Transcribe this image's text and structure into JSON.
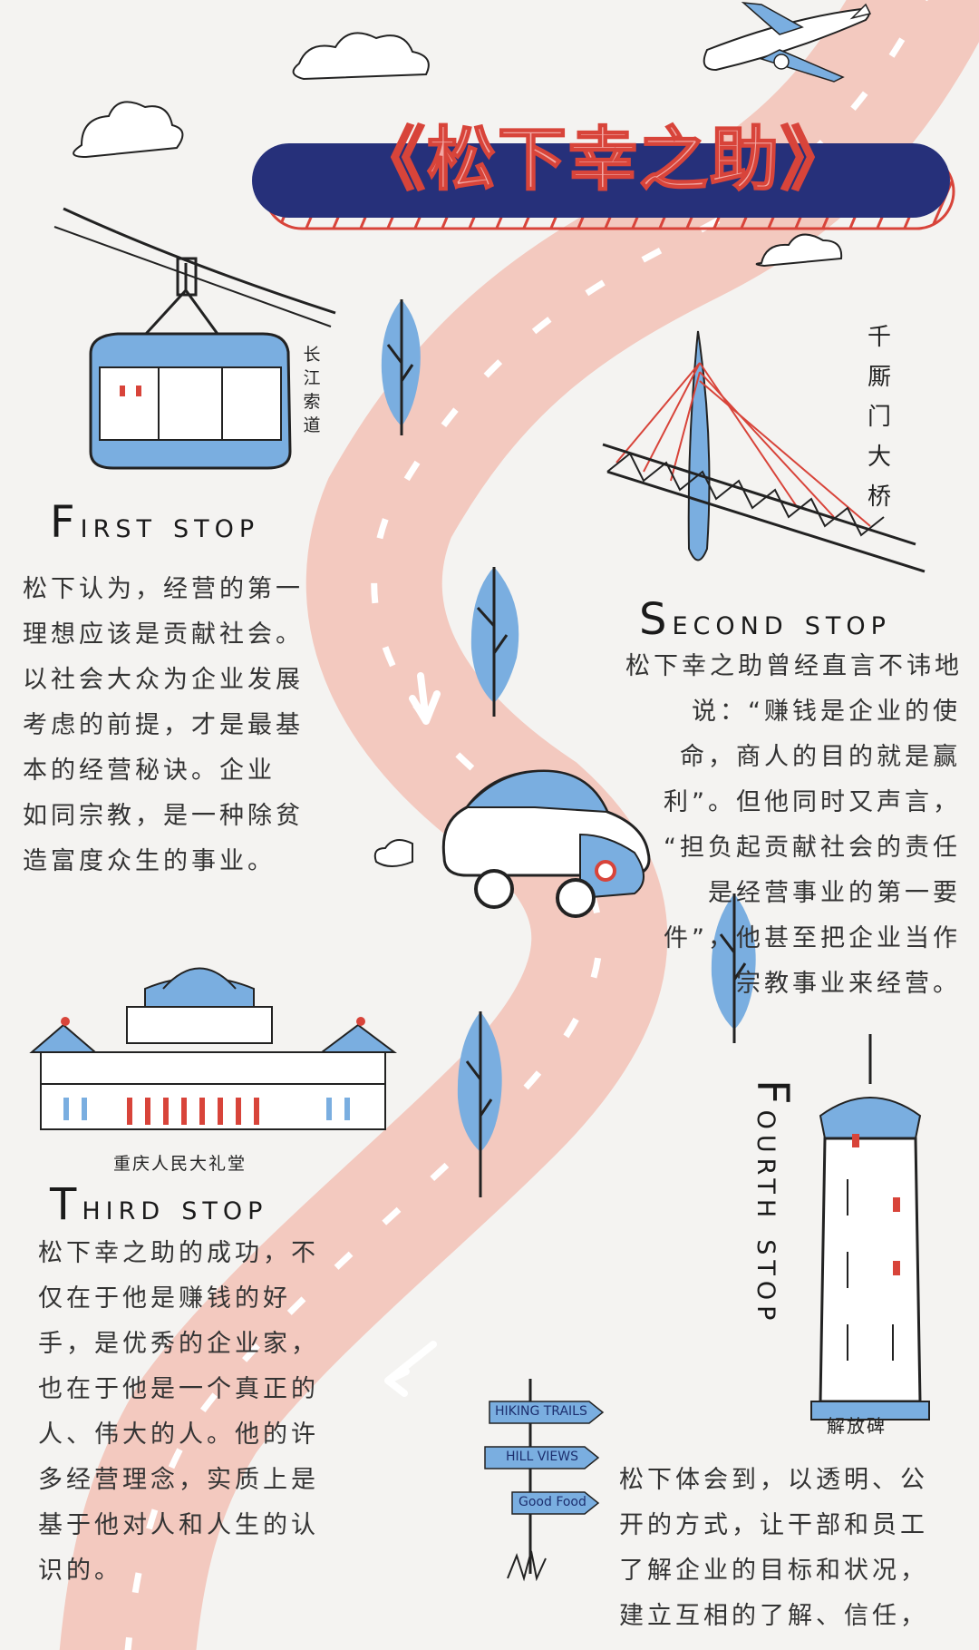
{
  "title": "《松下幸之助》",
  "first_stop": {
    "heading_cap": "F",
    "heading_rest": "irst stop",
    "lines": [
      "松下认为，经营的第一",
      "理想应该是贡献社会。",
      "以社会大众为企业发展",
      "考虑的前提，才是最基",
      "本的经营秘诀。企业",
      "如同宗教，是一种除贫",
      "造富度众生的事业。"
    ],
    "landmark": "长江索道"
  },
  "second_stop": {
    "heading_cap": "S",
    "heading_rest": "econd stop",
    "lines": [
      "松下幸之助曾经直言不讳地",
      "说：“赚钱是企业的使",
      "命，商人的目的就是赢",
      "利”。但他同时又声言，",
      "“担负起贡献社会的责任",
      "是经营事业的第一要",
      "件”，他甚至把企业当作",
      "宗教事业来经营。"
    ],
    "landmark": "千厮门大桥"
  },
  "third_stop": {
    "heading_cap": "T",
    "heading_rest": "hird stop",
    "lines": [
      "松下幸之助的成功，不",
      "仅在于他是赚钱的好",
      "手，是优秀的企业家，",
      "也在于他是一个真正的",
      "人、伟大的人。他的许",
      "多经营理念，实质上是",
      "基于他对人和人生的认",
      "识的。"
    ],
    "landmark": "重庆人民大礼堂"
  },
  "fourth_stop": {
    "heading_cap": "F",
    "heading_rest": "ourth stop",
    "lines": [
      "松下体会到，以透明、公",
      "开的方式，让干部和员工",
      "了解企业的目标和状况，",
      "建立互相的了解、信任，"
    ],
    "landmark": "解放碑"
  },
  "signpost": {
    "signs": [
      "HIKING TRAILS",
      "HILL VIEWS",
      "Good Food"
    ]
  },
  "colors": {
    "navy": "#26307a",
    "road": "#f3c9bf",
    "blue": "#7aaee0",
    "red": "#d8443a",
    "ink": "#1a1a1a"
  }
}
